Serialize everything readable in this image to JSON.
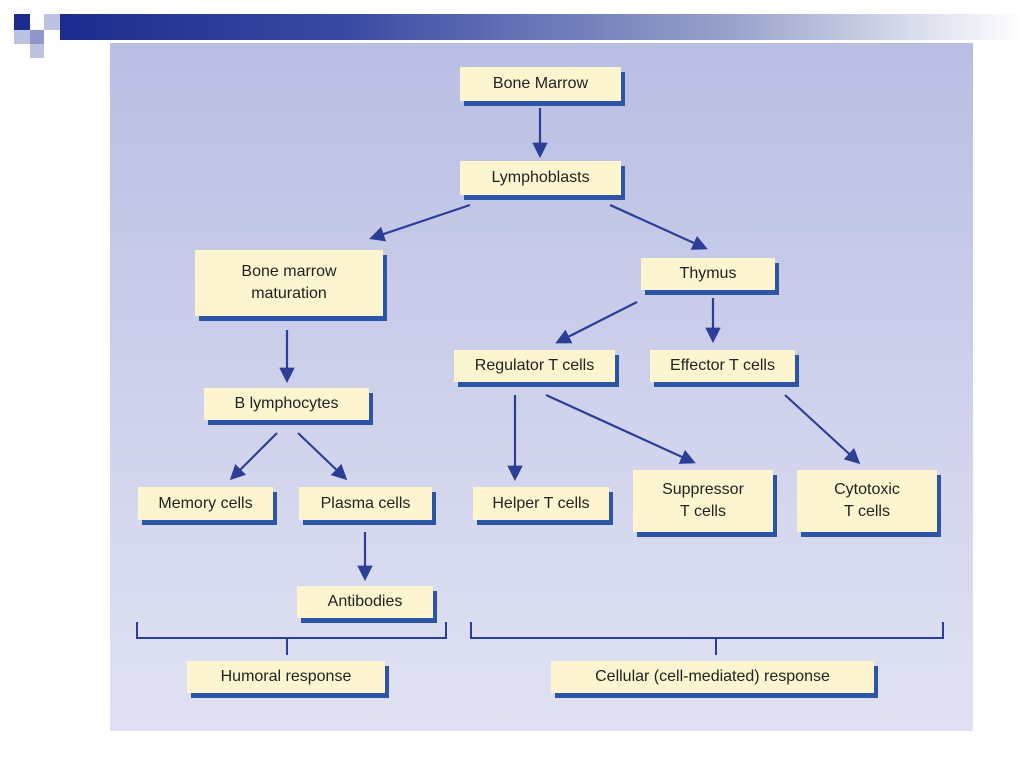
{
  "diagram": {
    "nodes": {
      "bone_marrow": "Bone Marrow",
      "lymphoblasts": "Lymphoblasts",
      "bone_marrow_maturation": "Bone marrow\nmaturation",
      "thymus": "Thymus",
      "b_lymphocytes": "B lymphocytes",
      "regulator_t_cells": "Regulator T cells",
      "effector_t_cells": "Effector T cells",
      "memory_cells": "Memory cells",
      "plasma_cells": "Plasma cells",
      "helper_t_cells": "Helper T cells",
      "suppressor_t_cells": "Suppressor\nT cells",
      "cytotoxic_t_cells": "Cytotoxic\nT cells",
      "antibodies": "Antibodies",
      "humoral_response": "Humoral response",
      "cellular_response": "Cellular (cell-mediated) response"
    },
    "edges": [
      [
        "bone_marrow",
        "lymphoblasts"
      ],
      [
        "lymphoblasts",
        "bone_marrow_maturation"
      ],
      [
        "lymphoblasts",
        "thymus"
      ],
      [
        "bone_marrow_maturation",
        "b_lymphocytes"
      ],
      [
        "b_lymphocytes",
        "memory_cells"
      ],
      [
        "b_lymphocytes",
        "plasma_cells"
      ],
      [
        "plasma_cells",
        "antibodies"
      ],
      [
        "thymus",
        "regulator_t_cells"
      ],
      [
        "thymus",
        "effector_t_cells"
      ],
      [
        "regulator_t_cells",
        "helper_t_cells"
      ],
      [
        "regulator_t_cells",
        "suppressor_t_cells"
      ],
      [
        "effector_t_cells",
        "cytotoxic_t_cells"
      ]
    ],
    "colors": {
      "arrow": "#2c3e96",
      "box_fill": "#fdf5cf",
      "box_shadow": "#2c55a6"
    }
  }
}
